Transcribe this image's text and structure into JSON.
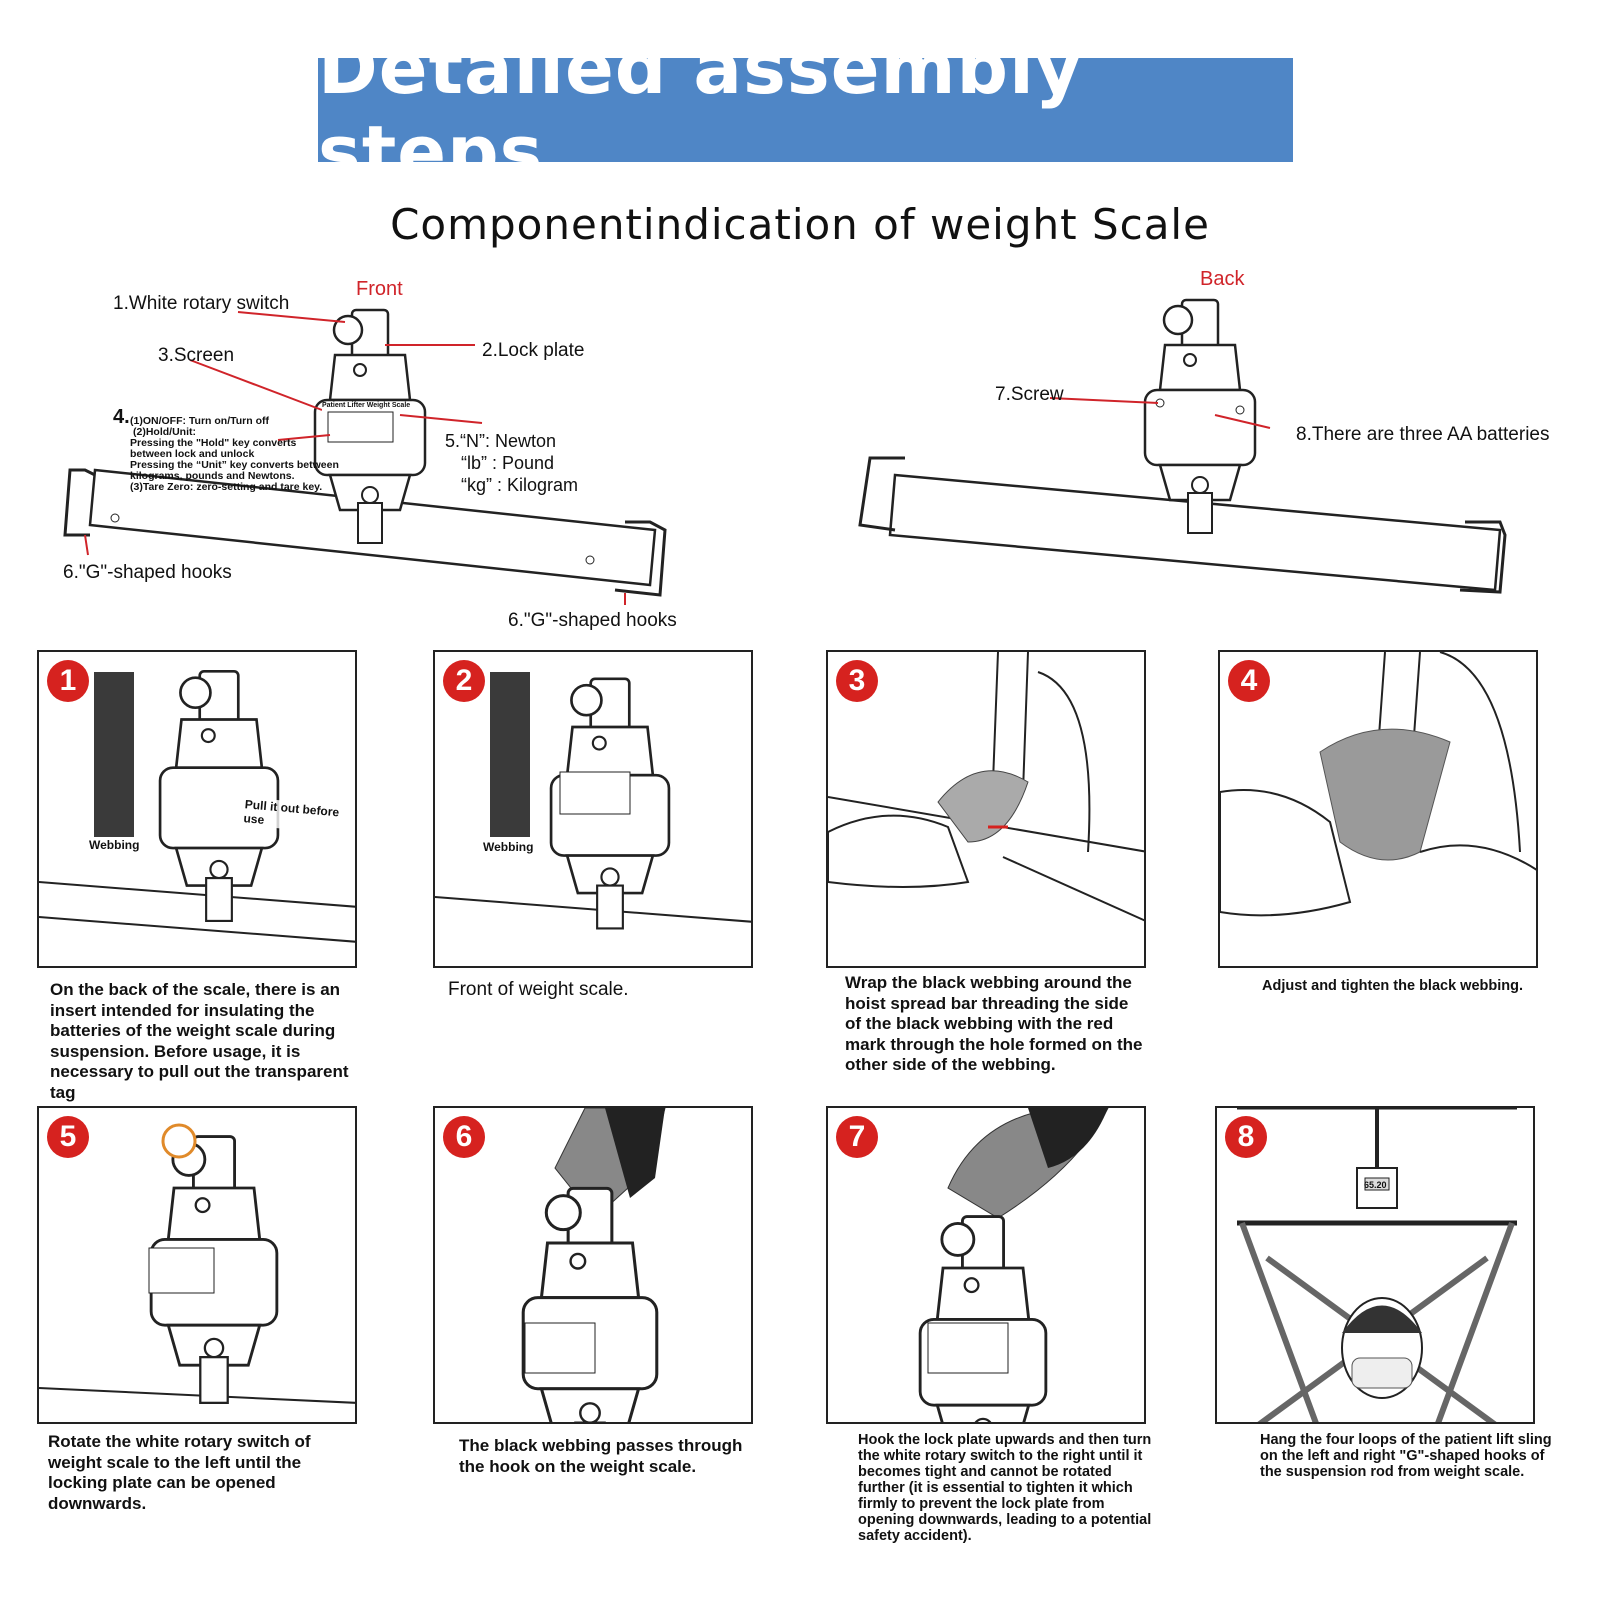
{
  "title": "Detailed assembly steps",
  "subtitle": "Componentindication of weight Scale",
  "front": {
    "label": "Front",
    "callouts": {
      "rotary_switch": "1.White rotary switch",
      "lock_plate": "2.Lock plate",
      "screen": "3.Screen",
      "keys_number": "4.",
      "keys_lines": [
        "(1)ON/OFF: Turn on/Turn off",
        "(2)Hold/Unit:",
        "Pressing the \"Hold\" key converts",
        "between lock and unlock",
        "Pressing the  “Unit”  key converts between",
        " kilograms, pounds and Newtons.",
        "(3)Tare Zero: zero-setting and tare key."
      ],
      "units_lines": [
        "5.“N”: Newton",
        "“lb” : Pound",
        "“kg” : Kilogram"
      ],
      "hooks_left": "6.\"G\"-shaped hooks",
      "hooks_right": "6.\"G\"-shaped hooks"
    },
    "device_label": "Patient Lifter Weight Scale"
  },
  "back": {
    "label": "Back",
    "callouts": {
      "screw": "7.Screw",
      "batteries": "8.There are three AA batteries"
    }
  },
  "steps": [
    {
      "number": "1",
      "caption": "On the back of the scale, there is an insert intended for insulating the batteries of the weight scale during suspension. Before usage, it is necessary to pull out the transparent tag",
      "labels": {
        "webbing": "Webbing",
        "tag": "Pull it out before use"
      }
    },
    {
      "number": "2",
      "caption": "Front of weight scale.",
      "labels": {
        "webbing": "Webbing"
      }
    },
    {
      "number": "3",
      "caption": "Wrap the black webbing around the hoist spread bar threading the side of the black webbing with the red mark through the hole formed on the other side of the webbing."
    },
    {
      "number": "4",
      "caption": "Adjust and tighten the black webbing."
    },
    {
      "number": "5",
      "caption": "Rotate the white rotary switch of weight scale to the left until the locking plate can be opened downwards."
    },
    {
      "number": "6",
      "caption": "The black webbing passes through the hook on the weight scale."
    },
    {
      "number": "7",
      "caption": "Hook the lock plate upwards and then turn the white rotary switch to the right until it becomes tight and cannot be rotated further (it is essential to tighten it which firmly to prevent the lock plate from opening downwards, leading to a potential safety accident)."
    },
    {
      "number": "8",
      "caption": "Hang the four loops of the patient lift sling on the left and right \"G\"-shaped hooks of the suspension rod from weight scale.",
      "display": "65.20"
    }
  ],
  "colors": {
    "banner": "#4f86c6",
    "accent_red": "#d6221f",
    "webbing": "#3a3a3a"
  }
}
